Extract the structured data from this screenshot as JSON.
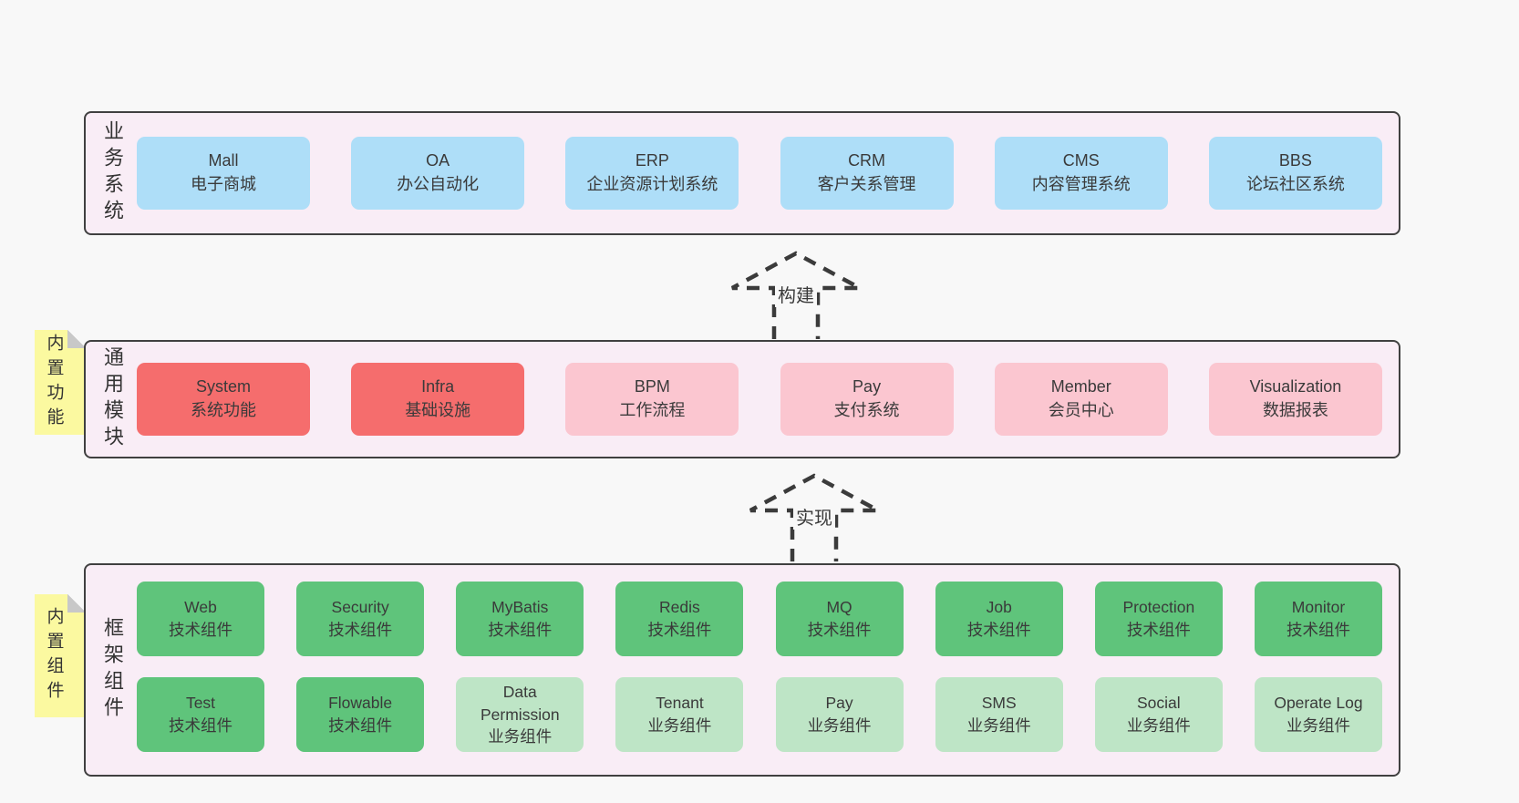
{
  "diagram": {
    "colors": {
      "pageBg": "#f8f8f8",
      "panelBg": "#f9edf6",
      "border": "#404040",
      "blue": "#aedef8",
      "red": "#f56d6d",
      "pink": "#fbc6d0",
      "green": "#5fc47b",
      "greenLight": "#bee5c6",
      "yellow": "#fbf9a0",
      "foldGray": "#c8c8c8",
      "arrowStroke": "#3b3b3b"
    },
    "arrows": [
      {
        "label": "构建"
      },
      {
        "label": "实现"
      }
    ],
    "sections": [
      {
        "label": "业务系统",
        "sticky": "",
        "rows": [
          [
            {
              "title": "Mall",
              "subtitle": "电子商城",
              "variant": "blue"
            },
            {
              "title": "OA",
              "subtitle": "办公自动化",
              "variant": "blue"
            },
            {
              "title": "ERP",
              "subtitle": "企业资源计划系统",
              "variant": "blue"
            },
            {
              "title": "CRM",
              "subtitle": "客户关系管理",
              "variant": "blue"
            },
            {
              "title": "CMS",
              "subtitle": "内容管理系统",
              "variant": "blue"
            },
            {
              "title": "BBS",
              "subtitle": "论坛社区系统",
              "variant": "blue"
            }
          ]
        ]
      },
      {
        "label": "通用模块",
        "sticky": "内置功能",
        "rows": [
          [
            {
              "title": "System",
              "subtitle": "系统功能",
              "variant": "red"
            },
            {
              "title": "Infra",
              "subtitle": "基础设施",
              "variant": "red"
            },
            {
              "title": "BPM",
              "subtitle": "工作流程",
              "variant": "pink"
            },
            {
              "title": "Pay",
              "subtitle": "支付系统",
              "variant": "pink"
            },
            {
              "title": "Member",
              "subtitle": "会员中心",
              "variant": "pink"
            },
            {
              "title": "Visualization",
              "subtitle": "数据报表",
              "variant": "pink"
            }
          ]
        ]
      },
      {
        "label": "框架组件",
        "sticky": "内置组件",
        "rows": [
          [
            {
              "title": "Web",
              "subtitle": "技术组件",
              "variant": "green"
            },
            {
              "title": "Security",
              "subtitle": "技术组件",
              "variant": "green"
            },
            {
              "title": "MyBatis",
              "subtitle": "技术组件",
              "variant": "green"
            },
            {
              "title": "Redis",
              "subtitle": "技术组件",
              "variant": "green"
            },
            {
              "title": "MQ",
              "subtitle": "技术组件",
              "variant": "green"
            },
            {
              "title": "Job",
              "subtitle": "技术组件",
              "variant": "green"
            },
            {
              "title": "Protection",
              "subtitle": "技术组件",
              "variant": "green"
            },
            {
              "title": "Monitor",
              "subtitle": "技术组件",
              "variant": "green"
            }
          ],
          [
            {
              "title": "Test",
              "subtitle": "技术组件",
              "variant": "green"
            },
            {
              "title": "Flowable",
              "subtitle": "技术组件",
              "variant": "green"
            },
            {
              "title": "Data Permission",
              "subtitle": "业务组件",
              "variant": "greenLight"
            },
            {
              "title": "Tenant",
              "subtitle": "业务组件",
              "variant": "greenLight"
            },
            {
              "title": "Pay",
              "subtitle": "业务组件",
              "variant": "greenLight"
            },
            {
              "title": "SMS",
              "subtitle": "业务组件",
              "variant": "greenLight"
            },
            {
              "title": "Social",
              "subtitle": "业务组件",
              "variant": "greenLight"
            },
            {
              "title": "Operate Log",
              "subtitle": "业务组件",
              "variant": "greenLight"
            }
          ]
        ]
      }
    ]
  }
}
